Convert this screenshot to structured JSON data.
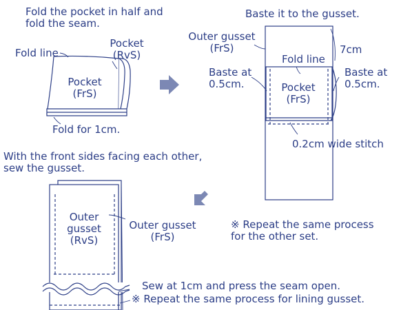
{
  "step1": {
    "instruction": "Fold the pocket in half and\nfold the seam.",
    "fold_line_label": "Fold line",
    "pocket_rvs_label": "Pocket\n(RvS)",
    "pocket_frs_label": "Pocket\n(FrS)",
    "fold_label": "Fold for 1cm."
  },
  "step2": {
    "instruction": "Baste it to the gusset.",
    "outer_gusset_label": "Outer gusset\n(FrS)",
    "fold_line_label": "Fold line",
    "length_label": "7cm",
    "baste_left_label": "Baste at\n0.5cm.",
    "baste_right_label": "Baste at\n0.5cm.",
    "pocket_label": "Pocket\n(FrS)",
    "stitch_label": "0.2cm wide stitch",
    "repeat_note": "※ Repeat the same process\nfor the other set."
  },
  "step3": {
    "instruction": "With the front sides facing each other,\nsew the gusset.",
    "outer_gusset_rvs_label": "Outer\ngusset\n(RvS)",
    "outer_gusset_frs_label": "Outer gusset\n(FrS)",
    "sew_note": "Sew at 1cm and press the seam open.",
    "lining_note": "※ Repeat the same process for lining gusset."
  },
  "colors": {
    "ink": "#2b3d86",
    "arrow": "#7c88b4"
  }
}
